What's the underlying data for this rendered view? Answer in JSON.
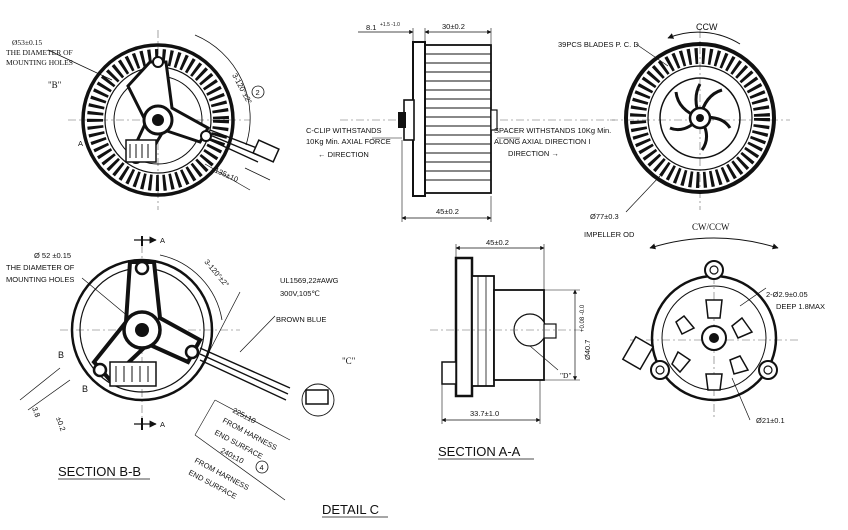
{
  "labels": {
    "tl_hole_dia": "Ø53±0.15",
    "tl_hole_desc_1": "THE DIAMETER OF",
    "tl_hole_desc_2": "MOUNTING HOLES",
    "tl_b": "\"B\"",
    "tl_a": "A",
    "tl_angle": "3-120°±2°",
    "tl_balloon": "2",
    "tl_wire": "135±10",
    "sv_offset_main": "8.1",
    "sv_offset_tol": "+1.5 -1.0",
    "sv_top_width": "30±0.2",
    "sv_clip_1": "C-CLIP WITHSTANDS",
    "sv_clip_2": "10Kg Min. AXIAL FORCE",
    "sv_clip_3": "← DIRECTION",
    "sv_spacer_1": "SPACER WITHSTANDS 10Kg Min.",
    "sv_spacer_2": "ALONG AXIAL DIRECTION I",
    "sv_spacer_3": "DIRECTION →",
    "sv_bottom_width": "45±0.2",
    "tr_blades": "39PCS BLADES P. C. D",
    "tr_ccw": "CCW",
    "tr_impeller_dia": "Ø77±0.3",
    "tr_impeller_od": "IMPELLER OD",
    "bl_hole_dia": "Ø 52 ±0.15",
    "bl_hole_desc_1": "THE DIAMETER OF",
    "bl_hole_desc_2": "MOUNTING HOLES",
    "bl_a": "A",
    "bl_b": "B",
    "bl_angle": "3-120°±2°",
    "bl_wire_spec_1": "UL1569,22#AWG",
    "bl_wire_spec_2": "300V,105℃",
    "bl_colors": "BROWN  BLUE",
    "bl_c": "\"C\"",
    "bl_dim_38": "3.8",
    "bl_dim_38_tol": "±0.2",
    "bl_wire_225": "225±10",
    "bl_wire_240": "240±10",
    "bl_from_1": "FROM HARNESS",
    "bl_end_1": "END SURFACE",
    "bl_from_2": "FROM HARNESS",
    "bl_end_2": "END SURFACE",
    "bl_balloon": "4",
    "section_bb": "SECTION B-B",
    "detail_c": "DETAIL C",
    "sa_width": "45±0.2",
    "sa_dia": "Ø40.7",
    "sa_dia_tol": "+0.08 -0.0",
    "sa_d": "\"D\"",
    "sa_bottom": "33.7±1.0",
    "section_aa": "SECTION A-A",
    "br_cwccw": "CW/CCW",
    "br_holes": "2-Ø2.9±0.05",
    "br_depth": "DEEP  1.8MAX",
    "br_hub": "Ø21±0.1"
  }
}
